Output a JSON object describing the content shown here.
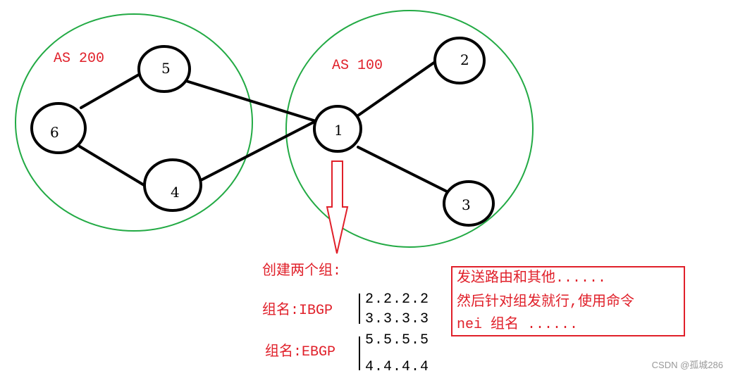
{
  "diagram": {
    "as_groups": [
      {
        "label": "AS 200",
        "color": "#22aa44"
      },
      {
        "label": "AS 100",
        "color": "#22aa44"
      }
    ],
    "nodes": [
      "5",
      "6",
      "4",
      "1",
      "2",
      "3"
    ],
    "links": [
      [
        "6",
        "5"
      ],
      [
        "6",
        "4"
      ],
      [
        "5",
        "1"
      ],
      [
        "4",
        "1"
      ],
      [
        "1",
        "2"
      ],
      [
        "1",
        "3"
      ]
    ]
  },
  "groups_title": "创建两个组:",
  "group_ibgp": {
    "label": "组名:IBGP",
    "members": [
      "2.2.2.2",
      "3.3.3.3"
    ]
  },
  "group_ebgp": {
    "label": "组名:EBGP",
    "members": [
      "5.5.5.5",
      "4.4.4.4"
    ]
  },
  "note": {
    "lines": [
      "发送路由和其他......",
      "然后针对组发就行,使用命令",
      "nei 组名 ......"
    ],
    "color": "#e0202a"
  },
  "watermark": "CSDN @孤城286",
  "colors": {
    "accent": "#e0202a",
    "as_circle": "#22aa44",
    "link": "#000000"
  }
}
